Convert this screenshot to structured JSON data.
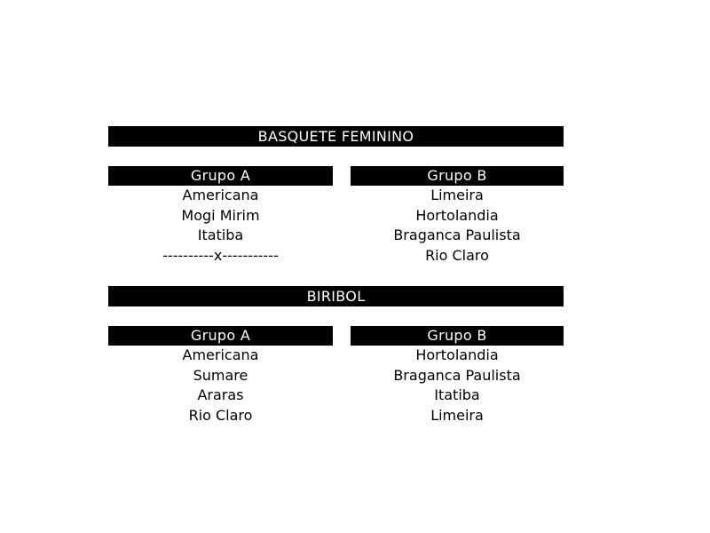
{
  "page": {
    "background_color": "#ffffff",
    "bar_color": "#000000",
    "bar_text_color": "#ffffff",
    "text_color": "#000000"
  },
  "sections": [
    {
      "title": "BASQUETE FEMININO",
      "groups": [
        {
          "label": "Grupo A",
          "teams": [
            "Americana",
            "Mogi Mirim",
            "Itatiba",
            "----------x-----------"
          ]
        },
        {
          "label": "Grupo B",
          "teams": [
            "Limeira",
            "Hortolandia",
            "Braganca Paulista",
            "Rio Claro"
          ]
        }
      ]
    },
    {
      "title": "BIRIBOL",
      "groups": [
        {
          "label": "Grupo A",
          "teams": [
            "Americana",
            "Sumare",
            "Araras",
            "Rio Claro"
          ]
        },
        {
          "label": "Grupo B",
          "teams": [
            "Hortolandia",
            "Braganca Paulista",
            "Itatiba",
            "Limeira"
          ]
        }
      ]
    }
  ]
}
